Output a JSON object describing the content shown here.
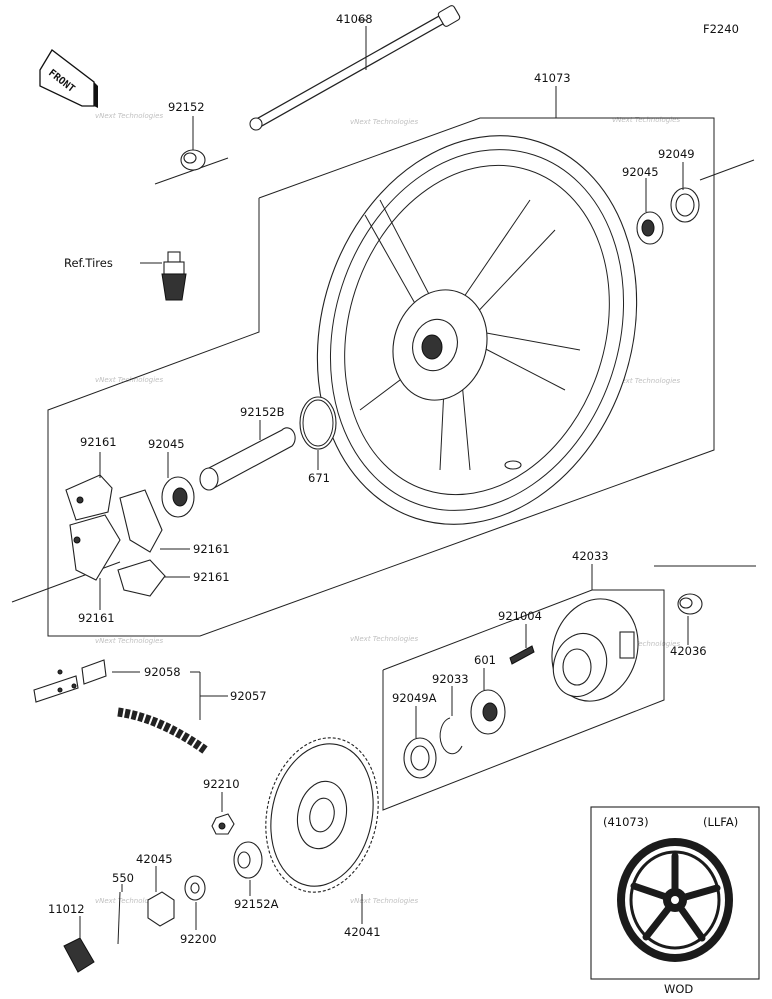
{
  "diagram_code": "F2240",
  "front_label": "FRONT",
  "ref_label": "Ref.Tires",
  "parts": [
    {
      "id": "p41068",
      "label": "41068"
    },
    {
      "id": "p92152",
      "label": "92152"
    },
    {
      "id": "p41073",
      "label": "41073"
    },
    {
      "id": "p92049",
      "label": "92049"
    },
    {
      "id": "p92045a",
      "label": "92045"
    },
    {
      "id": "p92152b",
      "label": "92152B"
    },
    {
      "id": "p92161a",
      "label": "92161"
    },
    {
      "id": "p92045b",
      "label": "92045"
    },
    {
      "id": "p671",
      "label": "671"
    },
    {
      "id": "p92161b",
      "label": "92161"
    },
    {
      "id": "p92161c",
      "label": "92161"
    },
    {
      "id": "p92161d",
      "label": "92161"
    },
    {
      "id": "p42033",
      "label": "42033"
    },
    {
      "id": "p921004",
      "label": "921004"
    },
    {
      "id": "p42036",
      "label": "42036"
    },
    {
      "id": "p92058",
      "label": "92058"
    },
    {
      "id": "p92057",
      "label": "92057"
    },
    {
      "id": "p92033",
      "label": "92033"
    },
    {
      "id": "p601",
      "label": "601"
    },
    {
      "id": "p92049a",
      "label": "92049A"
    },
    {
      "id": "p92210",
      "label": "92210"
    },
    {
      "id": "p42045",
      "label": "42045"
    },
    {
      "id": "p550",
      "label": "550"
    },
    {
      "id": "p11012",
      "label": "11012"
    },
    {
      "id": "p92200",
      "label": "92200"
    },
    {
      "id": "p92152a",
      "label": "92152A"
    },
    {
      "id": "p42041",
      "label": "42041"
    }
  ],
  "inset": {
    "part_ref": "(41073)",
    "variant": "(LLFA)",
    "caption": "WOD"
  },
  "watermark": "vNext Technologies"
}
